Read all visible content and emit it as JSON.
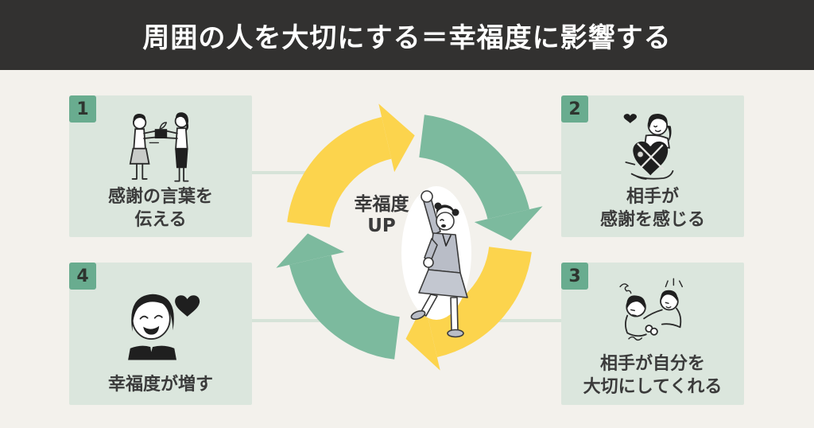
{
  "title": "周囲の人を大切にする＝幸福度に影響する",
  "cycle": {
    "label_line1": "幸福度",
    "label_line2": "UP",
    "description": "four-arrow-clockwise-cycle-with-cheering-person"
  },
  "cards": [
    {
      "number": "1",
      "lines": [
        "感謝の言葉を",
        "伝える"
      ],
      "icon": "gift-exchange-illustration"
    },
    {
      "number": "2",
      "lines": [
        "相手が",
        "感謝を感じる"
      ],
      "icon": "receiving-heart-gift-illustration"
    },
    {
      "number": "3",
      "lines": [
        "相手が自分を",
        "大切にしてくれる"
      ],
      "icon": "being-cared-for-illustration"
    },
    {
      "number": "4",
      "lines": [
        "幸福度が増す"
      ],
      "icon": "happy-face-with-heart-illustration"
    }
  ],
  "colors": {
    "header_bg": "#323130",
    "page_bg": "#F3F1EC",
    "card_bg": "#DBE6DD",
    "badge_bg": "#69AC8F",
    "connector": "#D6E3D8",
    "arrow_yellow": "#FCD44D",
    "arrow_green": "#7CBA9E",
    "text_dark": "#3B3B3B",
    "title_text": "#FFFFFF"
  }
}
